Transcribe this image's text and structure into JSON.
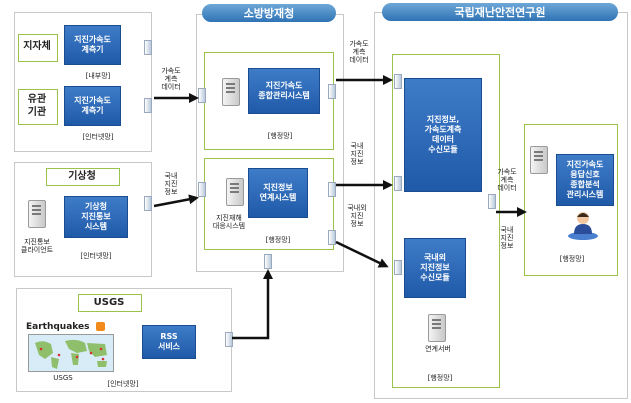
{
  "groups": {
    "local": {
      "gov_label": "지자체",
      "inst_label": "유관\n기관",
      "device1": "지진가속도\n계측기",
      "device2": "지진가속도\n계측기",
      "net1": "[내부망]",
      "net2": "[인터넷망]"
    },
    "kma": {
      "title": "기상청",
      "system": "기상청\n지진통보\n시스템",
      "client": "지진통보\n클라이언트",
      "net": "[인터넷망]"
    },
    "usgs": {
      "title": "USGS",
      "earthquakes": "Earthquakes",
      "map_label": "USGS",
      "rss": "RSS\n서비스",
      "net": "[인터넷망]"
    },
    "nema": {
      "title": "소방방재청",
      "system1": "지진가속도\n종합관리시스템",
      "net1": "[행정망]",
      "system2": "지진정보\n연계시스템",
      "response": "지진재해\n대응시스템",
      "net2": "[행정망]"
    },
    "ndmi": {
      "title": "국립재난안전연구원",
      "module1": "지진정보,\n가속도계측\n데이터\n수신모듈",
      "module2": "국내외\n지진정보\n수신모듈",
      "server": "연계서버",
      "net": "[행정망]",
      "analysis": "지진가속도\n응답신호\n종합분석\n관리시스템",
      "analysis_net": "[행정망]"
    }
  },
  "flow_labels": {
    "a1": "가속도\n계측\n데이터",
    "a2": "국내\n지진\n정보",
    "a3": "가속도\n계측\n데이터",
    "a4": "국내\n지진\n정보",
    "a5": "국내외\n지진\n정보",
    "a6": "가속도\n계측\n데이터",
    "a7": "국내\n지진\n정보"
  },
  "colors": {
    "header": "#2f73b5",
    "box": "#1f5aa8",
    "frame": "#9bc24a"
  }
}
